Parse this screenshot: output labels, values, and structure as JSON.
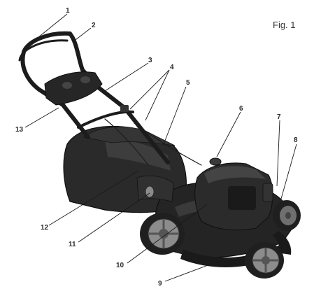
{
  "figure": {
    "title": "Fig. 1"
  },
  "callouts": [
    {
      "id": "c1",
      "label": "1"
    },
    {
      "id": "c2",
      "label": "2"
    },
    {
      "id": "c3",
      "label": "3"
    },
    {
      "id": "c4",
      "label": "4"
    },
    {
      "id": "c5",
      "label": "5"
    },
    {
      "id": "c6",
      "label": "6"
    },
    {
      "id": "c7",
      "label": "7"
    },
    {
      "id": "c8",
      "label": "8"
    },
    {
      "id": "c9",
      "label": "9"
    },
    {
      "id": "c10",
      "label": "10"
    },
    {
      "id": "c11",
      "label": "11"
    },
    {
      "id": "c12",
      "label": "12"
    },
    {
      "id": "c13",
      "label": "13"
    }
  ],
  "colors": {
    "body": "#262626",
    "body_dark": "#141414",
    "body_mid": "#3a3a3a",
    "wheel_rim": "#8c8c8c",
    "wheel_tire": "#1f1f1f",
    "handle": "#1c1c1c"
  }
}
